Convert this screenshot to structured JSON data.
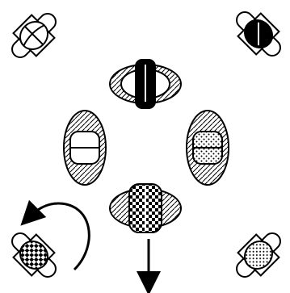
{
  "pieces": [
    {
      "id": "top-left-corner",
      "style": "hollow",
      "orientation": "diagonal-left"
    },
    {
      "id": "top-right-corner",
      "style": "solid",
      "orientation": "diagonal-right"
    },
    {
      "id": "center-top",
      "style": "solid",
      "orientation": "horizontal"
    },
    {
      "id": "center-left",
      "style": "hollow",
      "orientation": "horizontal"
    },
    {
      "id": "center-right",
      "style": "dotted",
      "orientation": "horizontal"
    },
    {
      "id": "center-bottom",
      "style": "checkered",
      "orientation": "horizontal"
    },
    {
      "id": "bottom-left-corner",
      "style": "checkered",
      "orientation": "diagonal-right"
    },
    {
      "id": "bottom-right-corner",
      "style": "dotted",
      "orientation": "diagonal-left"
    }
  ],
  "controls": {
    "rotate_icon": "rotate-arrow-icon",
    "drop_icon": "drop-arrow-icon"
  },
  "colors": {
    "line": "#000000",
    "fill": "#ffffff",
    "accent": "#000000"
  }
}
